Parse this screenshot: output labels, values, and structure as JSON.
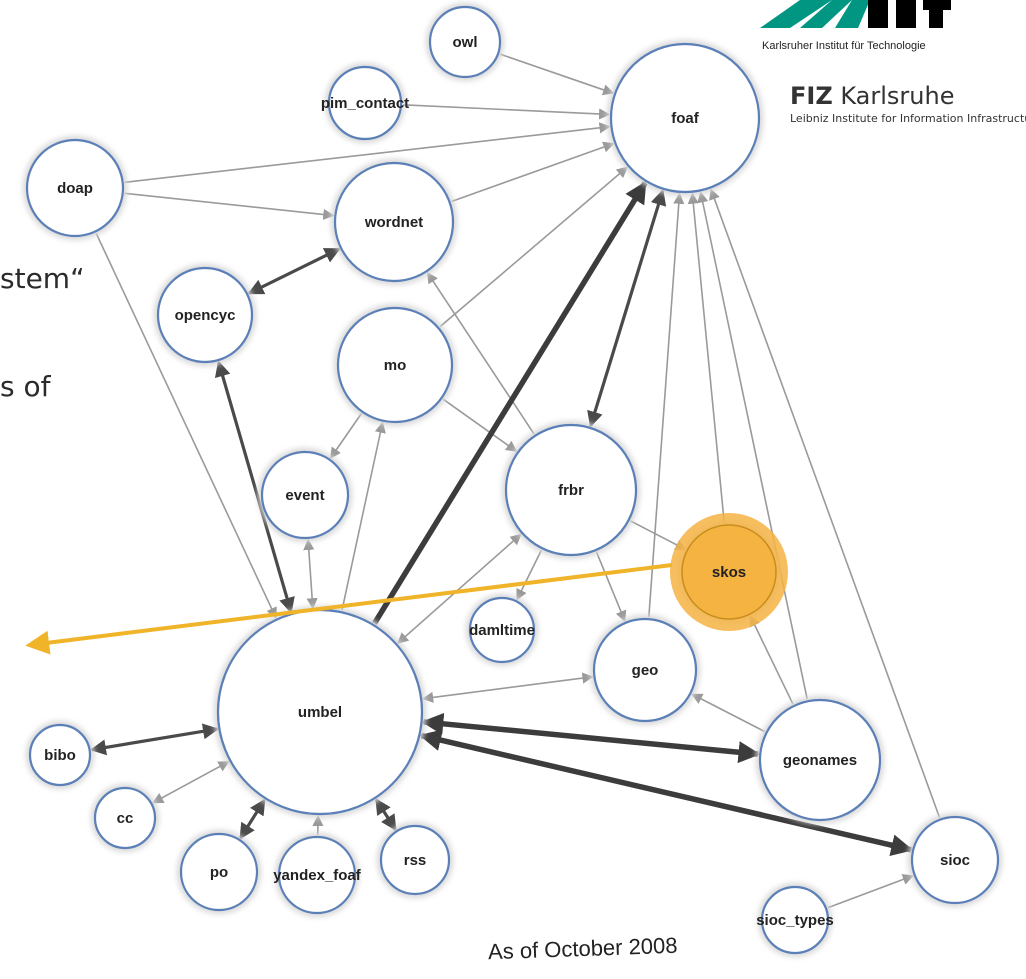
{
  "slide_text": [
    "stem“",
    "s of"
  ],
  "kit_logo": {
    "caption": "Karlsruher Institut für Technologie"
  },
  "fiz_logo": {
    "bold": "FIZ",
    "name": " Karlsruhe",
    "subtitle": "Leibniz Institute for Information Infrastructure"
  },
  "footnote": "As of October 2008",
  "highlight_color": "#f5b342",
  "nodes": [
    {
      "id": "owl",
      "label": "owl"
    },
    {
      "id": "pim_contact",
      "label": "pim_contact"
    },
    {
      "id": "foaf",
      "label": "foaf"
    },
    {
      "id": "doap",
      "label": "doap"
    },
    {
      "id": "wordnet",
      "label": "wordnet"
    },
    {
      "id": "opencyc",
      "label": "opencyc"
    },
    {
      "id": "mo",
      "label": "mo"
    },
    {
      "id": "event",
      "label": "event"
    },
    {
      "id": "frbr",
      "label": "frbr"
    },
    {
      "id": "skos",
      "label": "skos",
      "highlighted": true
    },
    {
      "id": "damltime",
      "label": "damltime"
    },
    {
      "id": "geo",
      "label": "geo"
    },
    {
      "id": "umbel",
      "label": "umbel"
    },
    {
      "id": "geonames",
      "label": "geonames"
    },
    {
      "id": "bibo",
      "label": "bibo"
    },
    {
      "id": "cc",
      "label": "cc"
    },
    {
      "id": "po",
      "label": "po"
    },
    {
      "id": "yandex_foaf",
      "label": "yandex_foaf"
    },
    {
      "id": "rss",
      "label": "rss"
    },
    {
      "id": "sioc",
      "label": "sioc"
    },
    {
      "id": "sioc_types",
      "label": "sioc_types"
    }
  ],
  "edges": [
    {
      "from": "owl",
      "to": "foaf",
      "weight": 1
    },
    {
      "from": "pim_contact",
      "to": "foaf",
      "weight": 1
    },
    {
      "from": "doap",
      "to": "foaf",
      "weight": 1
    },
    {
      "from": "doap",
      "to": "wordnet",
      "weight": 1
    },
    {
      "from": "doap",
      "to": "umbel",
      "weight": 1
    },
    {
      "from": "wordnet",
      "to": "foaf",
      "weight": 1
    },
    {
      "from": "opencyc",
      "to": "wordnet",
      "weight": 2,
      "bidirectional": true
    },
    {
      "from": "mo",
      "to": "foaf",
      "weight": 1
    },
    {
      "from": "mo",
      "to": "event",
      "weight": 1
    },
    {
      "from": "mo",
      "to": "frbr",
      "weight": 1
    },
    {
      "from": "frbr",
      "to": "wordnet",
      "weight": 1
    },
    {
      "from": "frbr",
      "to": "foaf",
      "weight": 2,
      "bidirectional": true
    },
    {
      "from": "frbr",
      "to": "skos",
      "weight": 1
    },
    {
      "from": "frbr",
      "to": "damltime",
      "weight": 1
    },
    {
      "from": "frbr",
      "to": "geo",
      "weight": 1
    },
    {
      "from": "frbr",
      "to": "umbel",
      "weight": 1,
      "bidirectional": true
    },
    {
      "from": "geo",
      "to": "foaf",
      "weight": 1
    },
    {
      "from": "skos",
      "to": "foaf",
      "weight": 1
    },
    {
      "from": "geonames",
      "to": "foaf",
      "weight": 1
    },
    {
      "from": "geonames",
      "to": "skos",
      "weight": 1
    },
    {
      "from": "geonames",
      "to": "geo",
      "weight": 1
    },
    {
      "from": "sioc",
      "to": "foaf",
      "weight": 1
    },
    {
      "from": "umbel",
      "to": "foaf",
      "weight": 3
    },
    {
      "from": "umbel",
      "to": "opencyc",
      "weight": 2,
      "bidirectional": true
    },
    {
      "from": "umbel",
      "to": "event",
      "weight": 1,
      "bidirectional": true
    },
    {
      "from": "umbel",
      "to": "mo",
      "weight": 1
    },
    {
      "from": "umbel",
      "to": "geo",
      "weight": 1,
      "bidirectional": true
    },
    {
      "from": "umbel",
      "to": "geonames",
      "weight": 3,
      "bidirectional": true
    },
    {
      "from": "umbel",
      "to": "sioc",
      "weight": 3,
      "bidirectional": true
    },
    {
      "from": "bibo",
      "to": "umbel",
      "weight": 2,
      "bidirectional": true
    },
    {
      "from": "cc",
      "to": "umbel",
      "weight": 1,
      "bidirectional": true
    },
    {
      "from": "po",
      "to": "umbel",
      "weight": 2,
      "bidirectional": true
    },
    {
      "from": "yandex_foaf",
      "to": "umbel",
      "weight": 1
    },
    {
      "from": "rss",
      "to": "umbel",
      "weight": 2,
      "bidirectional": true
    },
    {
      "from": "sioc_types",
      "to": "sioc",
      "weight": 1
    }
  ]
}
